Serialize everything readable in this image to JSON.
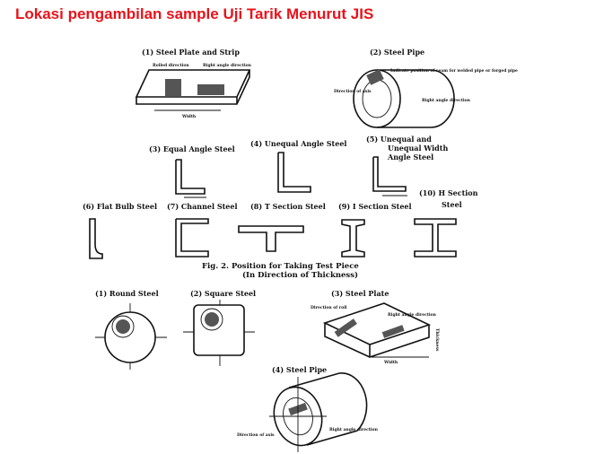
{
  "slide": {
    "title": "Lokasi pengambilan sample Uji Tarik Menurut JIS"
  },
  "fig2": {
    "caption_line1": "Fig. 2.   Position for Taking Test Piece",
    "caption_line2": "(In Direction of Thickness)",
    "items": {
      "steel_plate_strip": "(1) Steel Plate and Strip",
      "steel_pipe": "(2) Steel Pipe",
      "equal_angle": "(3) Equal Angle Steel",
      "unequal_angle": "(4) Unequal Angle Steel",
      "unequal_width_line1": "(5) Unequal and",
      "unequal_width_line2": "Unequal Width",
      "unequal_width_line3": "Angle Steel",
      "flat_bulb": "(6) Flat Bulb Steel",
      "channel": "(7) Channel Steel",
      "t_section": "(8) T Section Steel",
      "i_section": "(9) I Section Steel",
      "h_section_line1": "(10) H Section",
      "h_section_line2": "Steel"
    },
    "small_labels": {
      "rolled_direction": "Rolled direction",
      "right_angle_direction": "Right angle direction",
      "width": "Width",
      "indicate_position": "Indicate position of seam for welded pipe or forged pipe",
      "direction_of_axis": "Direction of axis"
    }
  },
  "fig3": {
    "items": {
      "round_steel": "(1) Round Steel",
      "square_steel": "(2) Square Steel",
      "steel_plate": "(3) Steel Plate",
      "steel_pipe": "(4) Steel Pipe"
    },
    "small_labels": {
      "direction_of_roll": "Direction of roll",
      "right_angle_direction": "Right angle direction",
      "width": "Width",
      "thickness": "Thickness",
      "right_angle_direction_pipe": "Right angle direction",
      "direction_of_axis": "Direction of axis"
    }
  }
}
